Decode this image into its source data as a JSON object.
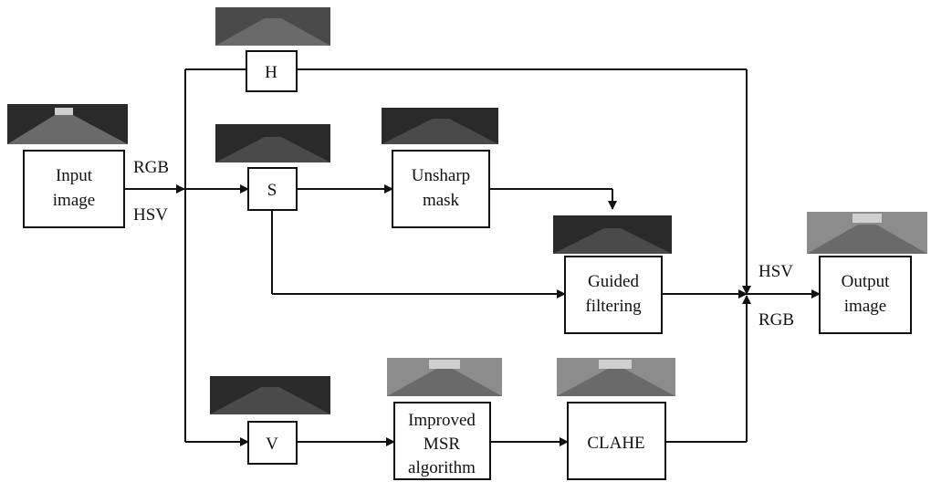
{
  "diagram": {
    "input_box": {
      "line1": "Input",
      "line2": "image"
    },
    "output_box": {
      "line1": "Output",
      "line2": "image"
    },
    "h_box": "H",
    "s_box": "S",
    "v_box": "V",
    "unsharp_box": {
      "line1": "Unsharp",
      "line2": "mask"
    },
    "guided_box": {
      "line1": "Guided",
      "line2": "filtering"
    },
    "msr_box": {
      "line1": "Improved",
      "line2": "MSR",
      "line3": "algorithm"
    },
    "clahe_box": "CLAHE",
    "left_conv": {
      "top": "RGB",
      "bottom": "HSV"
    },
    "right_conv": {
      "top": "HSV",
      "bottom": "RGB"
    }
  }
}
